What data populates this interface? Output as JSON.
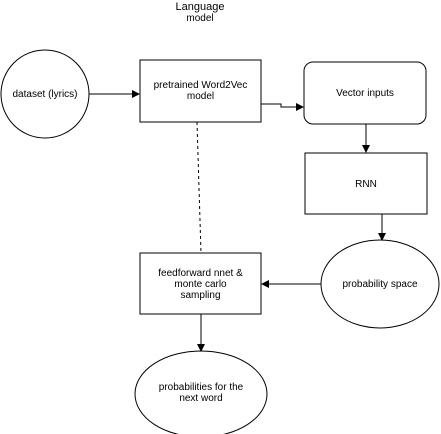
{
  "diagram": {
    "group_label": {
      "line1": "Language",
      "line2": "model"
    },
    "nodes": {
      "dataset": "dataset (lyrics)",
      "word2vec": {
        "line1": "pretrained Word2Vec",
        "line2": "model"
      },
      "vector_inputs": "Vector inputs",
      "rnn": "RNN",
      "probability_space": "probability space",
      "feedforward": {
        "line1": "feedforward nnet &",
        "line2": "monte carlo",
        "line3": "sampling"
      },
      "probabilities": {
        "line1": "probabilities for the",
        "line2": "next word"
      }
    },
    "colors": {
      "stroke": "#000000",
      "fill": "#ffffff"
    }
  }
}
